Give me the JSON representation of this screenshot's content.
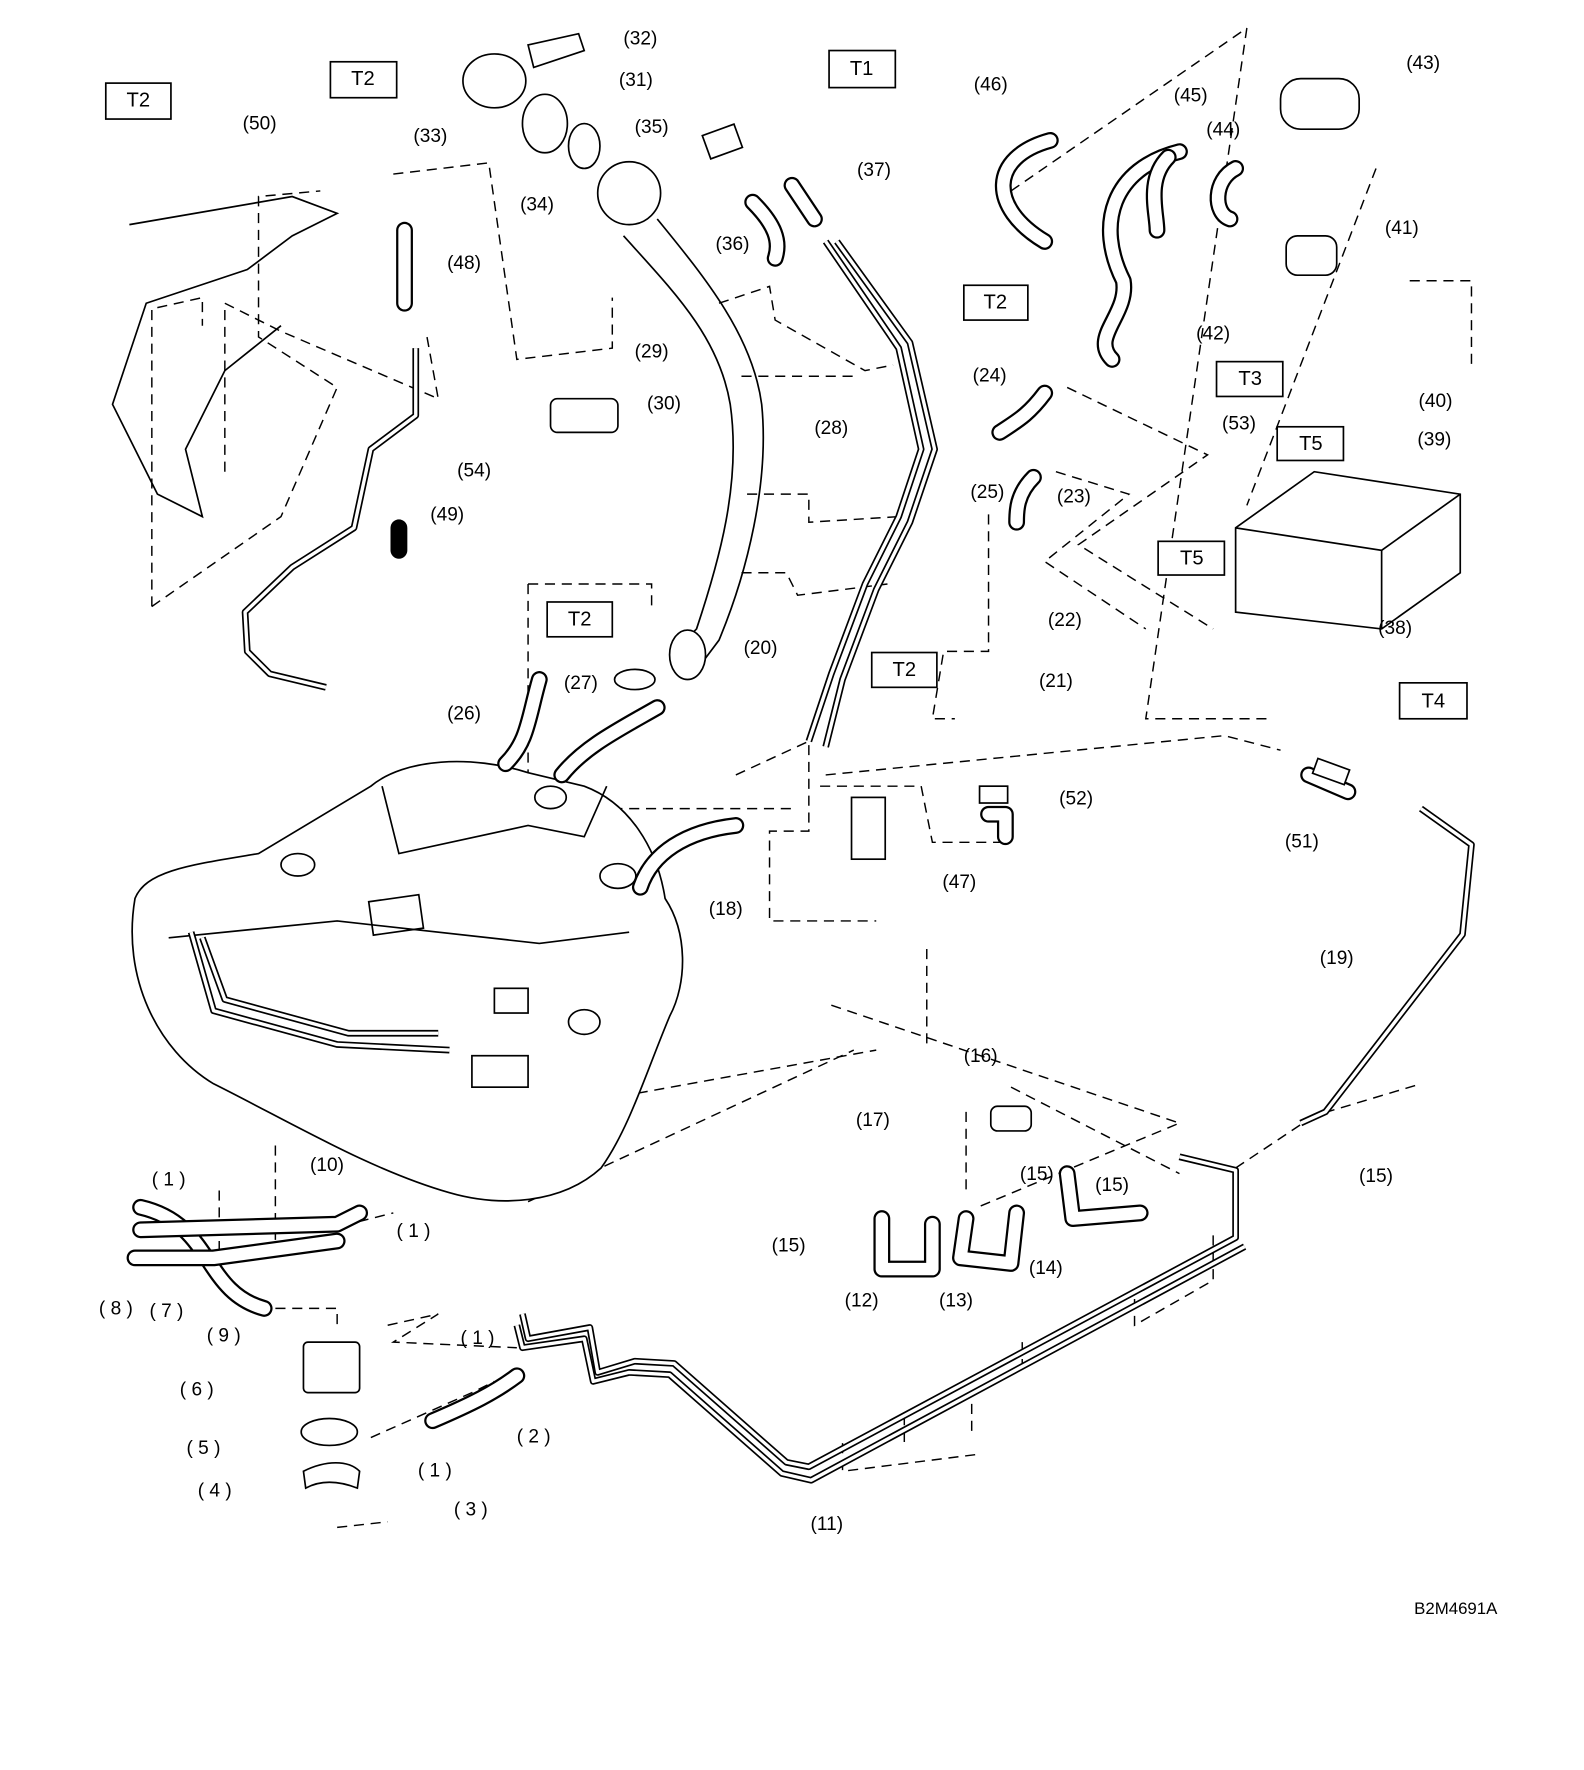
{
  "diagram": {
    "code": "B2M4691A",
    "torque_labels": [
      "T1",
      "T2",
      "T2",
      "T2",
      "T2",
      "T2",
      "T3",
      "T4",
      "T5",
      "T5"
    ],
    "parts": [
      "(32)",
      "(31)",
      "(33)",
      "(35)",
      "(34)",
      "(46)",
      "(45)",
      "(44)",
      "(43)",
      "(37)",
      "(36)",
      "(48)",
      "(50)",
      "(41)",
      "(42)",
      "(24)",
      "(29)",
      "(30)",
      "(28)",
      "(40)",
      "(53)",
      "(39)",
      "(54)",
      "(49)",
      "(25)",
      "(23)",
      "(22)",
      "(38)",
      "(20)",
      "(21)",
      "(26)",
      "(27)",
      "(52)",
      "(51)",
      "(47)",
      "(18)",
      "(19)",
      "(16)",
      "(17)",
      "( 1 )",
      "(10)",
      "( 1 )",
      "(15)",
      "(15)",
      "(15)",
      "(15)",
      "(14)",
      "(12)",
      "(13)",
      "( 8 )",
      "( 7 )",
      "( 9 )",
      "( 1 )",
      "( 6 )",
      "( 2 )",
      "( 5 )",
      "( 1 )",
      "( 4 )",
      "( 3 )",
      "(11)"
    ]
  }
}
